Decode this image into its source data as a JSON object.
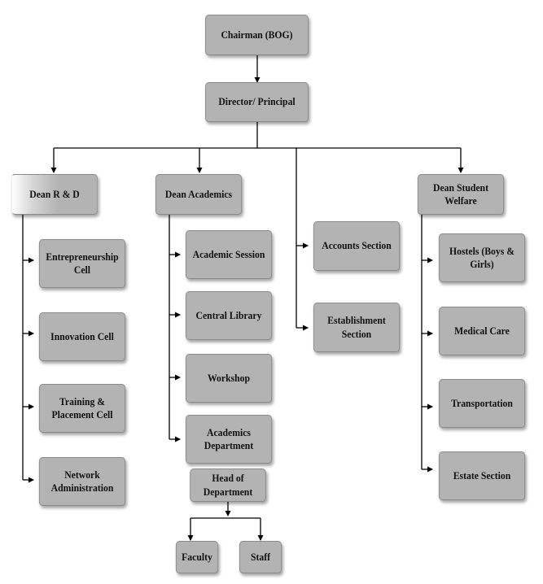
{
  "org_chart": {
    "chairman": "Chairman (BOG)",
    "director": "Director/ Principal",
    "dean_rd": "Dean R & D",
    "dean_academics": "Dean Academics",
    "dean_student_welfare": "Dean Student Welfare",
    "rd_units": [
      "Entrepreneurship Cell",
      "Innovation Cell",
      "Training & Placement Cell",
      "Network Administration"
    ],
    "academic_units": [
      "Academic Session",
      "Central Library",
      "Workshop",
      "Academics Department"
    ],
    "admin_sections": [
      "Accounts Section",
      "Establishment Section"
    ],
    "welfare_units": [
      "Hostels (Boys & Girls)",
      "Medical Care",
      "Transportation",
      "Estate Section"
    ],
    "head_of_department": "Head of Department",
    "hod_units": [
      "Faculty",
      "Staff"
    ]
  },
  "colors": {
    "box_fill": "#b3b3b3",
    "box_border": "#8a8a8a",
    "connector": "#000000",
    "background": "#ffffff"
  }
}
